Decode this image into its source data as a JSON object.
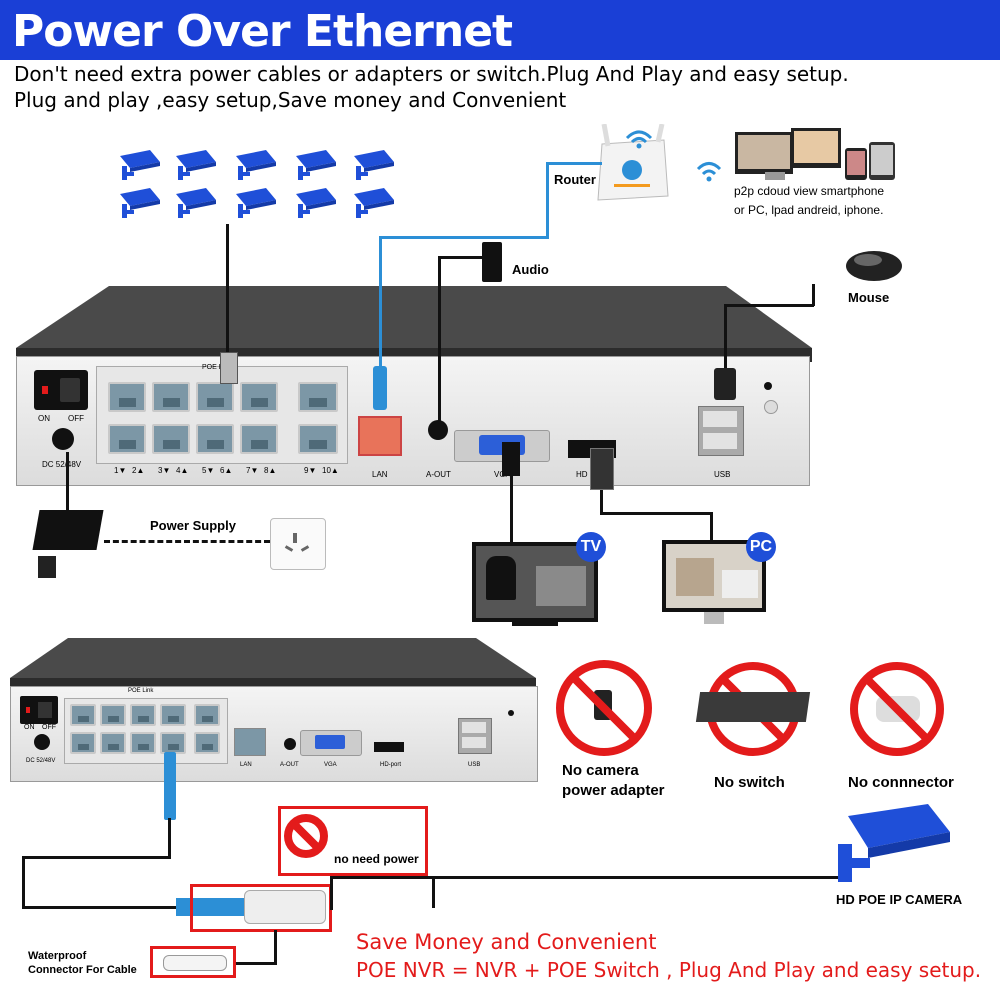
{
  "header": {
    "title": "Power Over Ethernet"
  },
  "subtitle": {
    "line1": "Don't need extra power cables or adapters or switch.Plug And Play and easy setup.",
    "line2": "Plug and play ,easy setup,Save money and Convenient"
  },
  "top_diagram": {
    "router_label": "Router",
    "p2p_line1": "p2p cdoud view smartphone",
    "p2p_line2": "or PC, lpad andreid, iphone.",
    "audio_label": "Audio",
    "mouse_label": "Mouse",
    "power_supply_label": "Power Supply",
    "tv_label": "TV",
    "pc_label": "PC",
    "panel": {
      "on": "ON",
      "off": "OFF",
      "dc": "DC 52/48V",
      "poe_link": "POE Link",
      "port_numbers": [
        "1▼",
        "2▲",
        "3▼",
        "4▲",
        "5▼",
        "6▲",
        "7▼",
        "8▲",
        "9▼",
        "10▲"
      ],
      "lan": "LAN",
      "aout": "A-OUT",
      "vga": "VGA",
      "hd": "HD",
      "usb": "USB"
    }
  },
  "bottom_diagram": {
    "panel": {
      "poe_link": "POE Link",
      "on": "ON",
      "off": "OFF",
      "dc": "DC 52/48V",
      "lan": "LAN",
      "aout": "A-OUT",
      "vga": "VGA",
      "hd": "HD-port",
      "usb": "USB"
    },
    "no_adapter_line1": "No camera",
    "no_adapter_line2": "power adapter",
    "no_switch": "No switch",
    "no_connector": "No connnector",
    "no_need_power": "no need power",
    "camera_label": "HD POE IP CAMERA",
    "waterproof_line1": "Waterproof",
    "waterproof_line2": "Connector For Cable",
    "save_line1": "Save Money and Convenient",
    "save_line2": "POE NVR = NVR + POE Switch , Plug And Play and easy setup."
  },
  "colors": {
    "header": "#1a3fd6",
    "accent_red": "#e31b1b",
    "cable_blue": "#2c8fd6",
    "camera_blue": "#1f4fd8"
  }
}
